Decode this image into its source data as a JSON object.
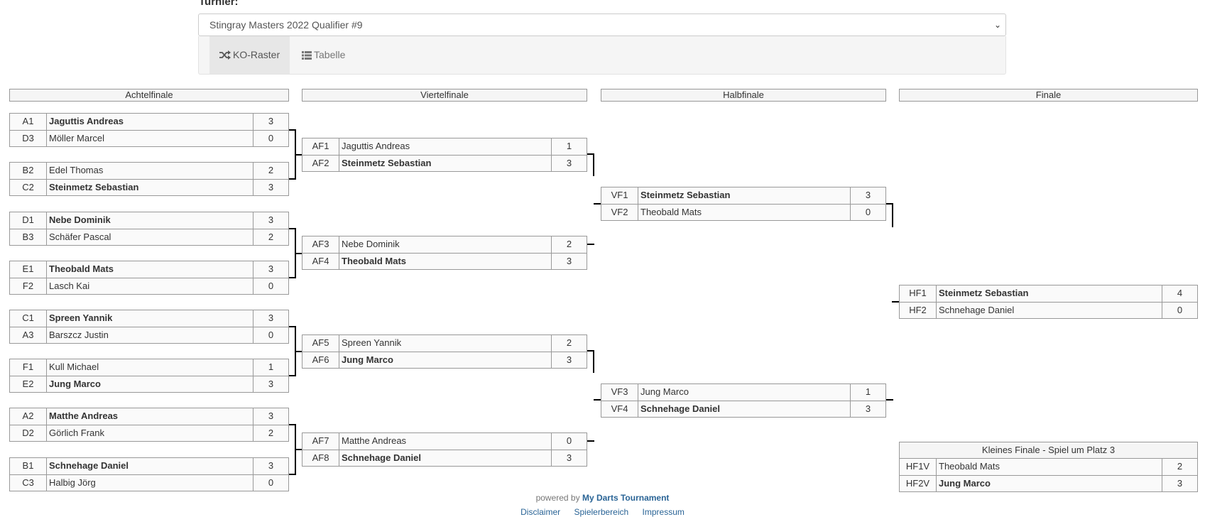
{
  "turnier_label": "Turnier:",
  "select_value": "Stingray Masters 2022 Qualifier #9",
  "tabs": {
    "ko": "KO-Raster",
    "tabelle": "Tabelle"
  },
  "rounds": {
    "achtelfinale": "Achtelfinale",
    "viertelfinale": "Viertelfinale",
    "halbfinale": "Halbfinale",
    "finale": "Finale",
    "kleines_finale": "Kleines Finale - Spiel um Platz 3"
  },
  "achtel": [
    [
      {
        "code": "A1",
        "name": "Jaguttis Andreas",
        "score": "3",
        "win": true
      },
      {
        "code": "D3",
        "name": "Möller Marcel",
        "score": "0",
        "win": false
      }
    ],
    [
      {
        "code": "B2",
        "name": "Edel Thomas",
        "score": "2",
        "win": false
      },
      {
        "code": "C2",
        "name": "Steinmetz Sebastian",
        "score": "3",
        "win": true
      }
    ],
    [
      {
        "code": "D1",
        "name": "Nebe Dominik",
        "score": "3",
        "win": true
      },
      {
        "code": "B3",
        "name": "Schäfer Pascal",
        "score": "2",
        "win": false
      }
    ],
    [
      {
        "code": "E1",
        "name": "Theobald Mats",
        "score": "3",
        "win": true
      },
      {
        "code": "F2",
        "name": "Lasch Kai",
        "score": "0",
        "win": false
      }
    ],
    [
      {
        "code": "C1",
        "name": "Spreen Yannik",
        "score": "3",
        "win": true
      },
      {
        "code": "A3",
        "name": "Barszcz Justin",
        "score": "0",
        "win": false
      }
    ],
    [
      {
        "code": "F1",
        "name": "Kull Michael",
        "score": "1",
        "win": false
      },
      {
        "code": "E2",
        "name": "Jung Marco",
        "score": "3",
        "win": true
      }
    ],
    [
      {
        "code": "A2",
        "name": "Matthe Andreas",
        "score": "3",
        "win": true
      },
      {
        "code": "D2",
        "name": "Görlich Frank",
        "score": "2",
        "win": false
      }
    ],
    [
      {
        "code": "B1",
        "name": "Schnehage Daniel",
        "score": "3",
        "win": true
      },
      {
        "code": "C3",
        "name": "Halbig Jörg",
        "score": "0",
        "win": false
      }
    ]
  ],
  "viertel": [
    [
      {
        "code": "AF1",
        "name": "Jaguttis Andreas",
        "score": "1",
        "win": false
      },
      {
        "code": "AF2",
        "name": "Steinmetz Sebastian",
        "score": "3",
        "win": true
      }
    ],
    [
      {
        "code": "AF3",
        "name": "Nebe Dominik",
        "score": "2",
        "win": false
      },
      {
        "code": "AF4",
        "name": "Theobald Mats",
        "score": "3",
        "win": true
      }
    ],
    [
      {
        "code": "AF5",
        "name": "Spreen Yannik",
        "score": "2",
        "win": false
      },
      {
        "code": "AF6",
        "name": "Jung Marco",
        "score": "3",
        "win": true
      }
    ],
    [
      {
        "code": "AF7",
        "name": "Matthe Andreas",
        "score": "0",
        "win": false
      },
      {
        "code": "AF8",
        "name": "Schnehage Daniel",
        "score": "3",
        "win": true
      }
    ]
  ],
  "halb": [
    [
      {
        "code": "VF1",
        "name": "Steinmetz Sebastian",
        "score": "3",
        "win": true
      },
      {
        "code": "VF2",
        "name": "Theobald Mats",
        "score": "0",
        "win": false
      }
    ],
    [
      {
        "code": "VF3",
        "name": "Jung Marco",
        "score": "1",
        "win": false
      },
      {
        "code": "VF4",
        "name": "Schnehage Daniel",
        "score": "3",
        "win": true
      }
    ]
  ],
  "finale": [
    [
      {
        "code": "HF1",
        "name": "Steinmetz Sebastian",
        "score": "4",
        "win": true
      },
      {
        "code": "HF2",
        "name": "Schnehage Daniel",
        "score": "0",
        "win": false
      }
    ]
  ],
  "kleines": [
    [
      {
        "code": "HF1V",
        "name": "Theobald Mats",
        "score": "2",
        "win": false
      },
      {
        "code": "HF2V",
        "name": "Jung Marco",
        "score": "3",
        "win": true
      }
    ]
  ],
  "footer": {
    "powered_by": "powered by",
    "brand": "My Darts Tournament",
    "links": [
      "Disclaimer",
      "Spielerbereich",
      "Impressum"
    ]
  }
}
